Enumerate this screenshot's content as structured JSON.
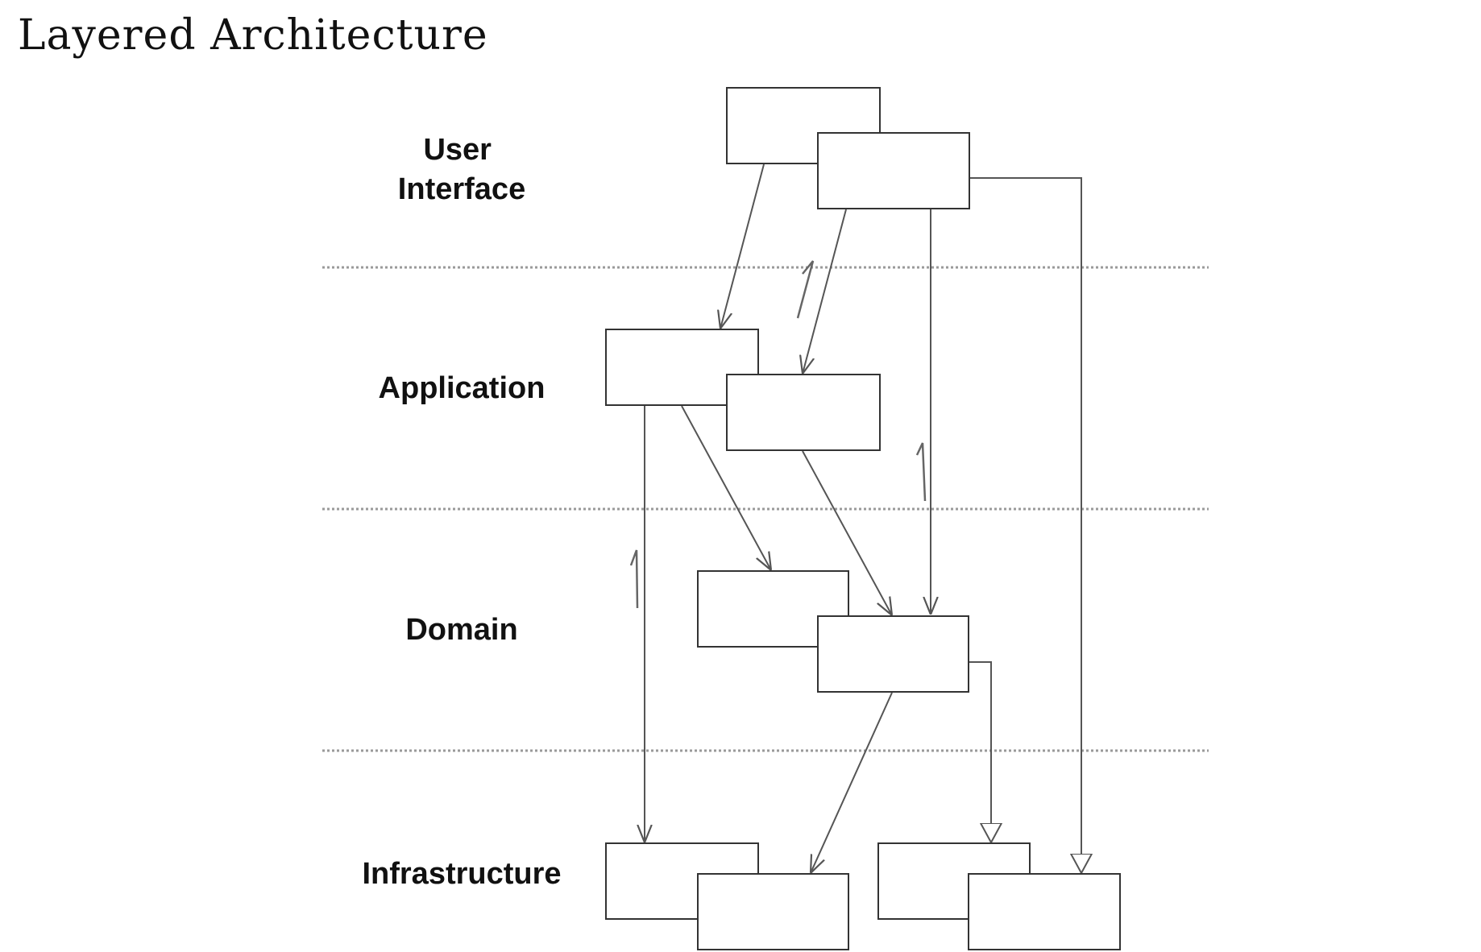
{
  "title": "Layered Architecture",
  "layers": [
    {
      "id": "ui",
      "label_lines": [
        "User",
        "Interface"
      ]
    },
    {
      "id": "application",
      "label_lines": [
        "Application"
      ]
    },
    {
      "id": "domain",
      "label_lines": [
        "Domain"
      ]
    },
    {
      "id": "infrastructure",
      "label_lines": [
        "Infrastructure"
      ]
    }
  ],
  "colors": {
    "text": "#111111",
    "box_stroke": "#333333",
    "edge": "#555555",
    "separator": "#9a9a9a",
    "background": "#ffffff"
  }
}
